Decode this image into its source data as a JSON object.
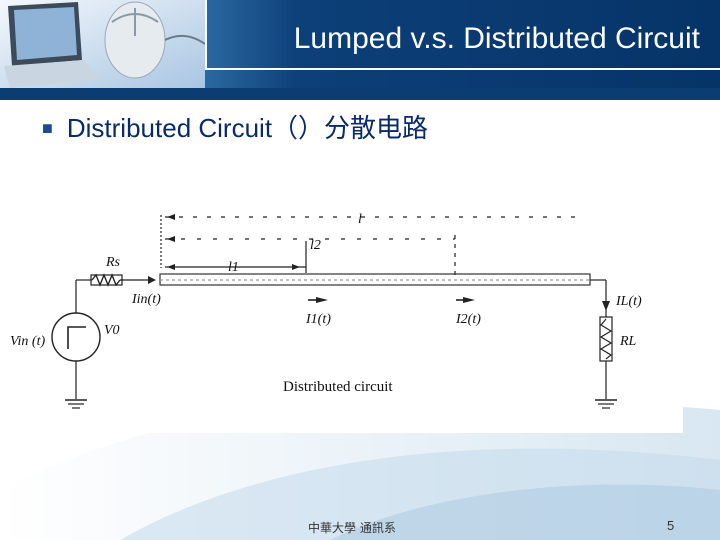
{
  "slide": {
    "title": "Lumped v.s. Distributed Circuit",
    "bullet_text": "Distributed Circuit",
    "bullet_cjk": "（）分散电路",
    "footer_org": "中華大學  通訊系",
    "page_number": "5"
  },
  "diagram": {
    "labels": {
      "l": "l",
      "l2": "l2",
      "l1": "l1",
      "rs": "Rs",
      "iin": "Iin(t)",
      "vin": "Vin (t)",
      "v0": "V0",
      "i1": "I1(t)",
      "i2": "I2(t)",
      "il": "IL(t)",
      "rl": "RL",
      "caption": "Distributed circuit"
    }
  },
  "colors": {
    "header_dark": "#063468",
    "header_light": "#bcd6ea",
    "bullet_text": "#0a2a6a"
  }
}
